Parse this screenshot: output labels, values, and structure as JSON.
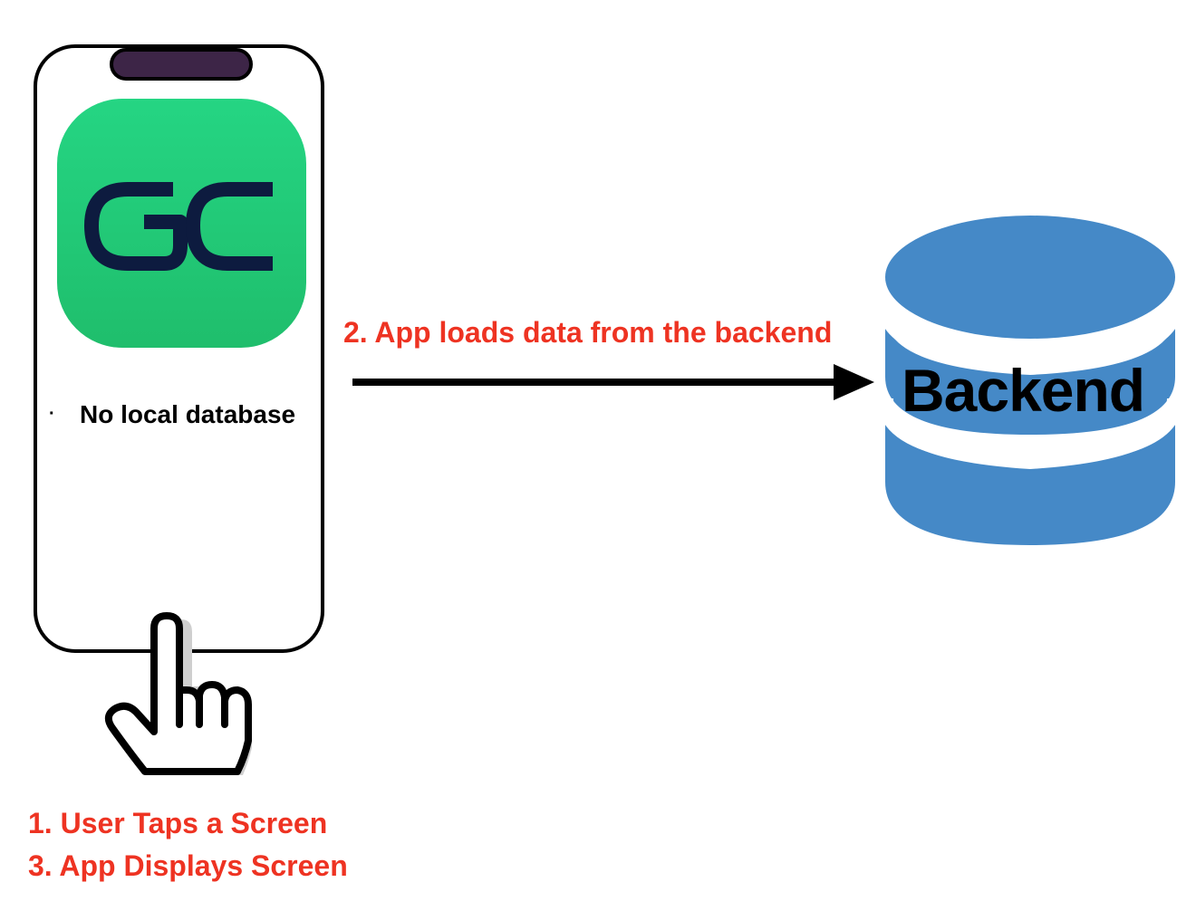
{
  "phone": {
    "app_icon": {
      "name": "gc-logo-icon",
      "text": "GC",
      "bg_color": "#22cf7c",
      "fg_color": "#0d1b3f"
    },
    "bullet": "·",
    "note": "No local database"
  },
  "steps": {
    "step1": "1. User Taps a Screen",
    "step2": "2. App loads data from the backend",
    "step3": "3. App Displays Screen"
  },
  "backend": {
    "label": "Backend",
    "color": "#4589c7"
  },
  "colors": {
    "step_text": "#ee3322",
    "outline": "#000000",
    "notch": "#3d2547"
  }
}
